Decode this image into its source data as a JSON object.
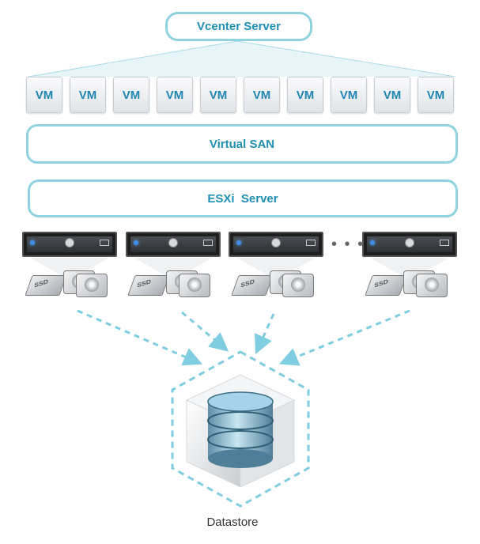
{
  "vcenter": {
    "label": "Vcenter Server"
  },
  "vms": [
    "VM",
    "VM",
    "VM",
    "VM",
    "VM",
    "VM",
    "VM",
    "VM",
    "VM",
    "VM"
  ],
  "virtual_san": {
    "label": "Virtual SAN"
  },
  "esxi": {
    "label": "ESXi  Server"
  },
  "hosts": [
    {
      "disk_label": "SSD"
    },
    {
      "disk_label": "SSD"
    },
    {
      "disk_label": "SSD"
    },
    {
      "disk_label": "SSD"
    }
  ],
  "ellipsis": "• • • •",
  "datastore": {
    "label": "Datastore"
  },
  "colors": {
    "accent": "#1f8fb5",
    "pill_border": "#8fd3e0",
    "arrow": "#7fcde0",
    "server_led": "#3f8fe8"
  },
  "icons": {
    "vcenter_fan": "fan-lines-icon",
    "server": "rack-server-icon",
    "ssd": "ssd-icon",
    "hdd": "hard-disk-icon",
    "datastore": "database-cylinder-icon",
    "flow": "dashed-arrow-icon"
  }
}
